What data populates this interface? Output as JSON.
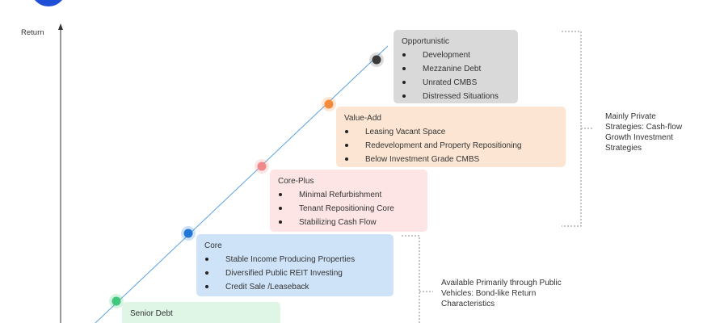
{
  "axis": {
    "y_label": "Return"
  },
  "colors": {
    "opportunistic_bg": "#d9d9d9",
    "opportunistic_dot": "#3a3a3a",
    "value_add_bg": "#fce6d3",
    "value_add_dot": "#f28c3c",
    "core_plus_bg": "#fde5e5",
    "core_plus_dot": "#f08a8a",
    "core_bg": "#cfe3f8",
    "core_dot": "#2276d6",
    "senior_debt_bg": "#dff5e6",
    "senior_debt_dot": "#3fc77b",
    "diagonal_line": "#5aa0e0",
    "logo": "#1f4fd6"
  },
  "strategies": [
    {
      "key": "opportunistic",
      "title": "Opportunistic",
      "items": [
        "Development",
        "Mezzanine Debt",
        "Unrated CMBS",
        "Distressed Situations"
      ]
    },
    {
      "key": "value_add",
      "title": "Value-Add",
      "items": [
        "Leasing Vacant Space",
        "Redevelopment and Property Repositioning",
        "Below Investment Grade CMBS"
      ]
    },
    {
      "key": "core_plus",
      "title": "Core-Plus",
      "items": [
        "Minimal Refurbishment",
        "Tenant Repositioning Core",
        "Stabilizing Cash Flow"
      ]
    },
    {
      "key": "core",
      "title": "Core",
      "items": [
        "Stable Income Producing Properties",
        "Diversified Public REIT Investing",
        "Credit Sale /Leaseback"
      ]
    },
    {
      "key": "senior_debt",
      "title": "Senior Debt",
      "items": []
    }
  ],
  "notes": {
    "private": "Mainly Private Strategies: Cash-flow Growth Investment Strategies",
    "public": "Available Primarily through Public Vehicles: Bond-like Return Characteristics"
  }
}
